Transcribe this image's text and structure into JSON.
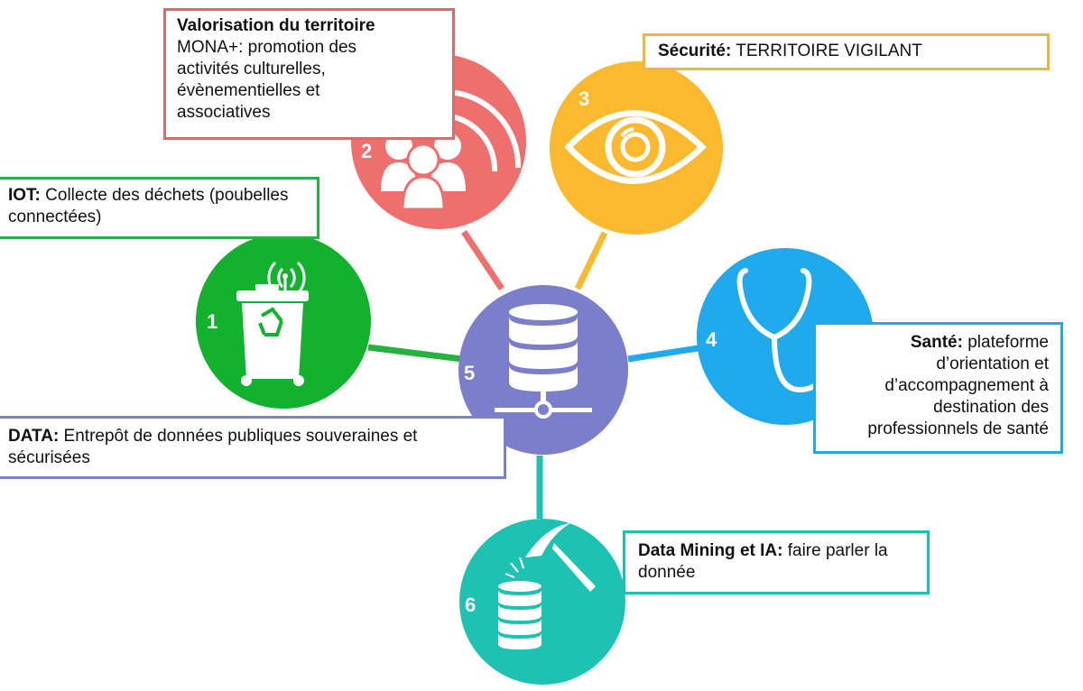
{
  "colors": {
    "red": "#EF6F6F",
    "red_border": "#D96A6A",
    "yellow": "#FBB92F",
    "yellow_border": "#F2B43A",
    "green": "#12B22E",
    "green_border": "#27B23D",
    "blue": "#21A9EE",
    "blue_border": "#25A7E6",
    "purple": "#7A7ECB",
    "purple_border": "#7C80CA",
    "teal": "#1EC2B0",
    "teal_border": "#22BFAF"
  },
  "nodes": [
    {
      "id": 1,
      "number": "1",
      "icon": "connected-trash-bin-icon",
      "color": "green"
    },
    {
      "id": 2,
      "number": "2",
      "icon": "people-broadcast-icon",
      "color": "red"
    },
    {
      "id": 3,
      "number": "3",
      "icon": "eye-icon",
      "color": "yellow"
    },
    {
      "id": 4,
      "number": "4",
      "icon": "stethoscope-icon",
      "color": "blue"
    },
    {
      "id": 5,
      "number": "5",
      "icon": "database-server-icon",
      "color": "purple"
    },
    {
      "id": 6,
      "number": "6",
      "icon": "pickaxe-coins-icon",
      "color": "teal"
    }
  ],
  "labels": {
    "valorisation": {
      "title": "Valorisation du territoire",
      "text": "MONA+: promotion des activités culturelles, évènementielles et associatives"
    },
    "securite": {
      "title": "Sécurité:",
      "text": " TERRITOIRE VIGILANT"
    },
    "iot": {
      "title": "IOT:",
      "text": " Collecte des déchets (poubelles connectées)"
    },
    "sante": {
      "title": "Santé:",
      "text": " plateforme d’orientation et d’accompagnement à destination des professionnels de santé"
    },
    "data": {
      "title": "DATA:",
      "text": " Entrepôt de données publiques souveraines et sécurisées"
    },
    "mining": {
      "title": "Data Mining et IA:",
      "text": " faire parler la donnée"
    }
  }
}
